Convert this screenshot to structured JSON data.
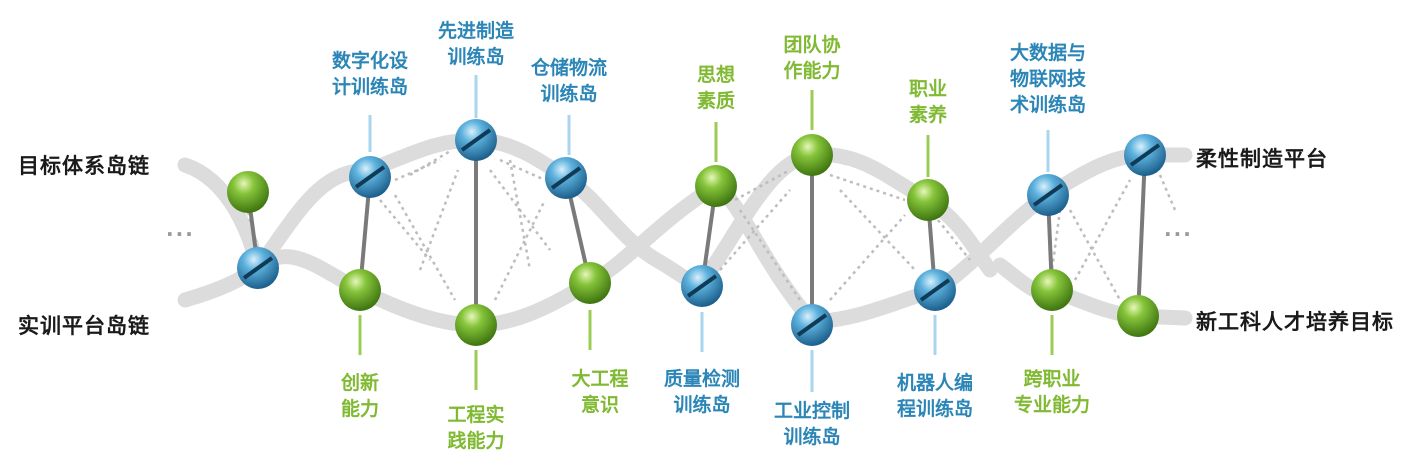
{
  "side_labels": {
    "top_left": "目标体系岛链",
    "bottom_left": "实训平台岛链",
    "top_right": "柔性制造平台",
    "bottom_right": "新工科人才培养目标"
  },
  "ellipsis": "···",
  "nodes": [
    {
      "id": "n1",
      "lines": [
        "数字化设",
        "计训练岛"
      ],
      "color": "blue"
    },
    {
      "id": "n2",
      "lines": [
        "先进制造",
        "训练岛"
      ],
      "color": "blue"
    },
    {
      "id": "n3",
      "lines": [
        "仓储物流",
        "训练岛"
      ],
      "color": "blue"
    },
    {
      "id": "n4",
      "lines": [
        "思想",
        "素质"
      ],
      "color": "green"
    },
    {
      "id": "n5",
      "lines": [
        "团队协",
        "作能力"
      ],
      "color": "green"
    },
    {
      "id": "n6",
      "lines": [
        "职业",
        "素养"
      ],
      "color": "green"
    },
    {
      "id": "n7",
      "lines": [
        "大数据与",
        "物联网技",
        "术训练岛"
      ],
      "color": "blue"
    },
    {
      "id": "b1",
      "lines": [
        "创新",
        "能力"
      ],
      "color": "green"
    },
    {
      "id": "b2",
      "lines": [
        "工程实",
        "践能力"
      ],
      "color": "green"
    },
    {
      "id": "b3",
      "lines": [
        "大工程",
        "意识"
      ],
      "color": "green"
    },
    {
      "id": "b4",
      "lines": [
        "质量检测",
        "训练岛"
      ],
      "color": "blue"
    },
    {
      "id": "b5",
      "lines": [
        "工业控制",
        "训练岛"
      ],
      "color": "blue"
    },
    {
      "id": "b6",
      "lines": [
        "机器人编",
        "程训练岛"
      ],
      "color": "blue"
    },
    {
      "id": "b7",
      "lines": [
        "跨职业",
        "专业能力"
      ],
      "color": "green"
    }
  ],
  "colors": {
    "blue_text": "#2b86b7",
    "green_text": "#80b932",
    "strand": "#d9d9d9",
    "rung": "#7a7a7a",
    "blue_ball": "#3a8fc2",
    "green_ball": "#6aa822"
  }
}
